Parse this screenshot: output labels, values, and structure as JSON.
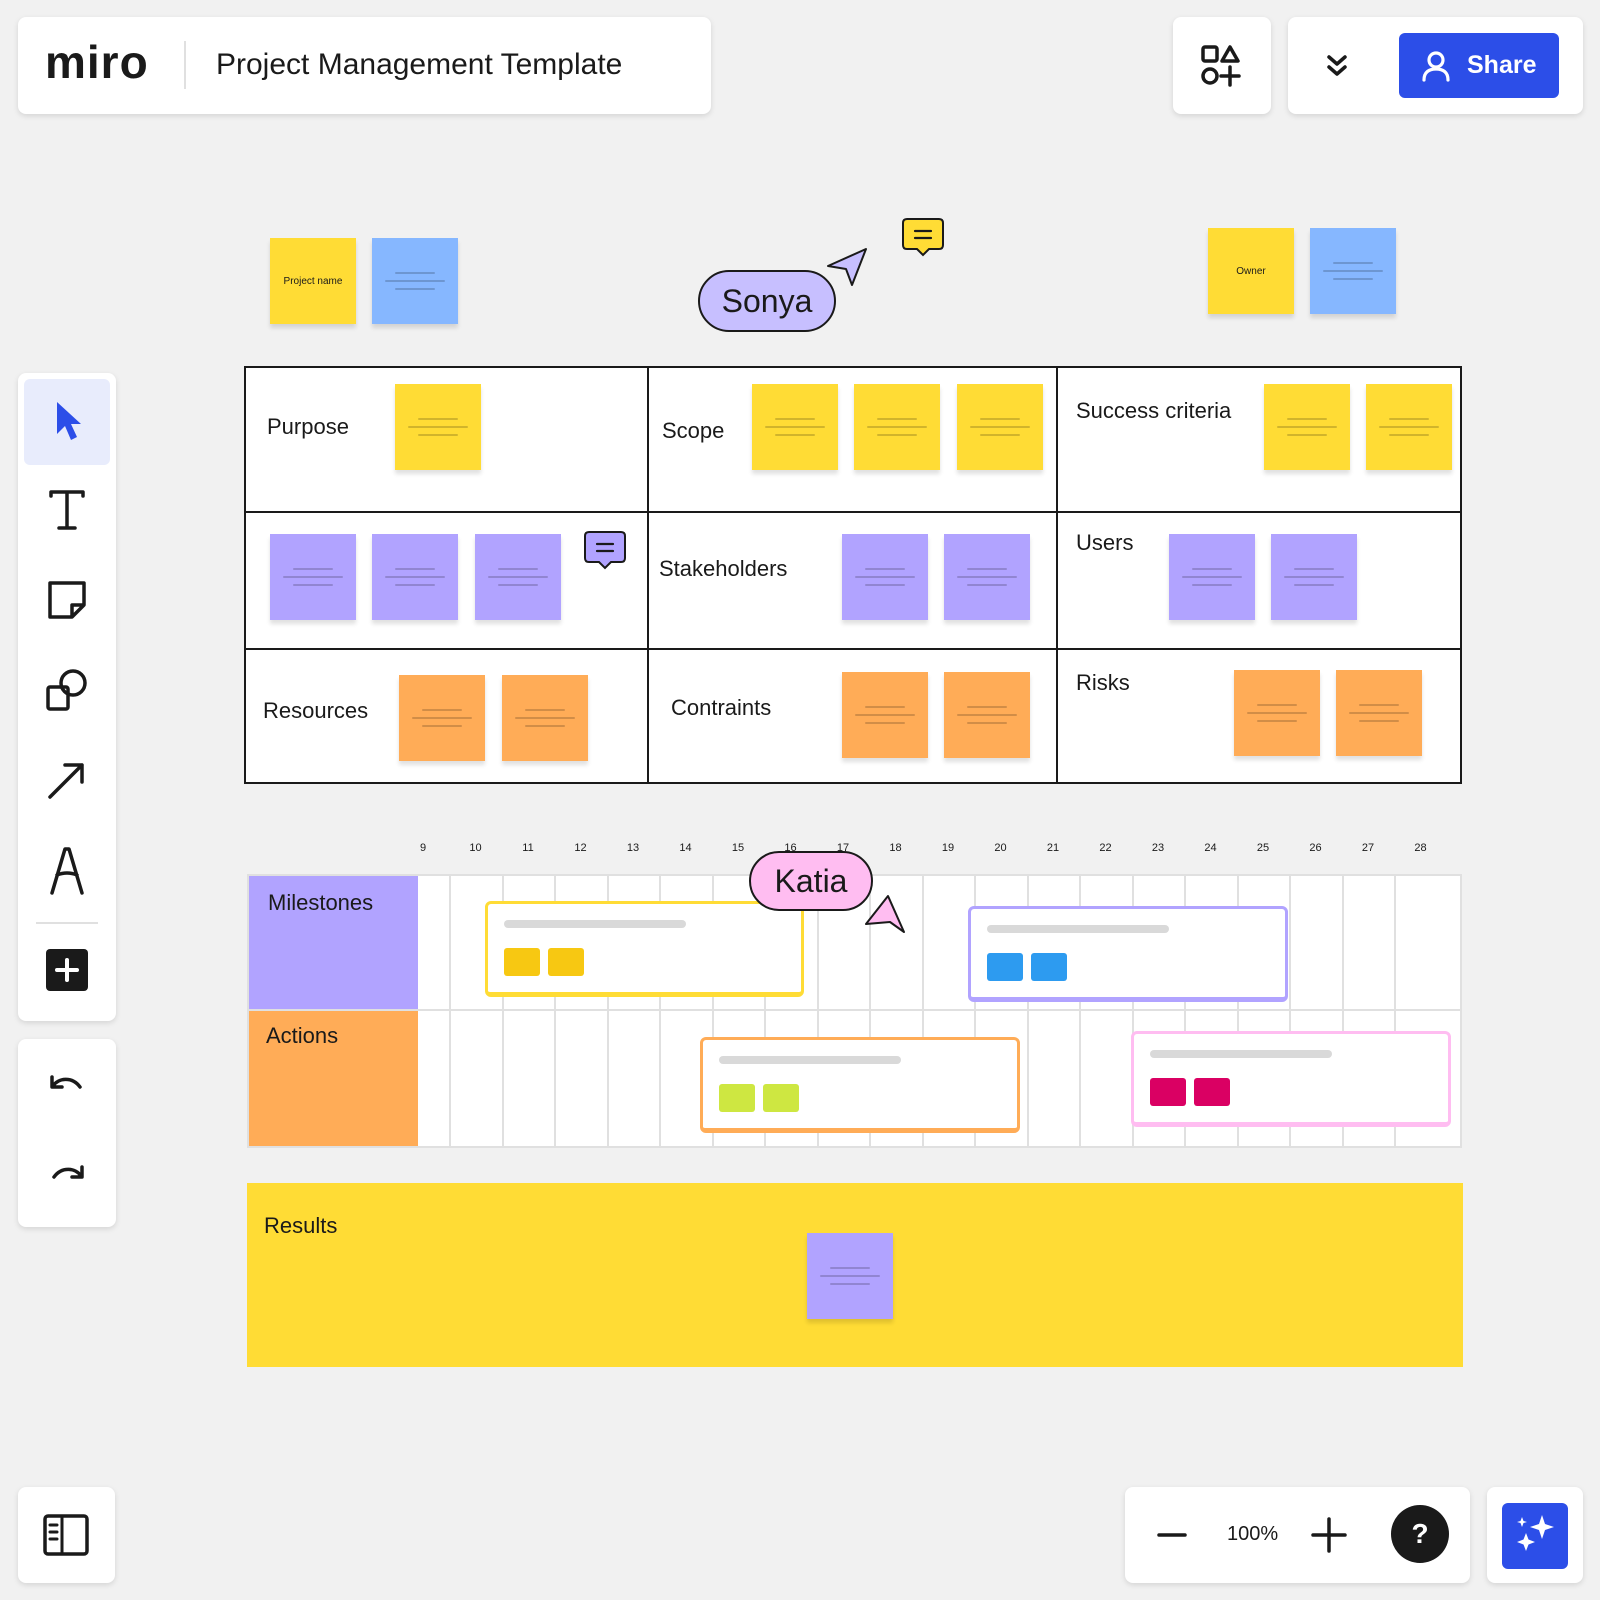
{
  "header": {
    "logo": "miro",
    "board_title": "Project Management Template",
    "share_label": "Share",
    "shapes_icon": "shapes-icon",
    "more_icon": "double-chevron-down-icon"
  },
  "toolbar": {
    "tools": [
      "select",
      "text",
      "sticky-note",
      "shapes",
      "connector",
      "pen",
      "add"
    ],
    "undo_icon": "undo-icon",
    "redo_icon": "redo-icon"
  },
  "top_stickies": {
    "project_name": "Project name",
    "owner": "Owner"
  },
  "collaborators": {
    "sonya": "Sonya",
    "katia": "Katia"
  },
  "grid": {
    "purpose": "Purpose",
    "scope": "Scope",
    "success_criteria": "Success criteria",
    "stakeholders": "Stakeholders",
    "users": "Users",
    "resources": "Resources",
    "constraints": "Contraints",
    "risks": "Risks"
  },
  "timeline": {
    "days": [
      "9",
      "10",
      "11",
      "12",
      "13",
      "14",
      "15",
      "16",
      "17",
      "18",
      "19",
      "20",
      "21",
      "22",
      "23",
      "24",
      "25",
      "26",
      "27",
      "28"
    ],
    "rows": [
      "Milestones",
      "Actions"
    ]
  },
  "results": {
    "label": "Results"
  },
  "footer": {
    "zoom": "100%",
    "help": "?"
  },
  "colors": {
    "yellow": "#ffdc35",
    "blue": "#86b7ff",
    "purple": "#b1a3ff",
    "orange": "#ffac57",
    "share_button": "#2c4ee8",
    "sonya_cursor": "#c7bfff",
    "katia_cursor": "#ffbdf1"
  }
}
